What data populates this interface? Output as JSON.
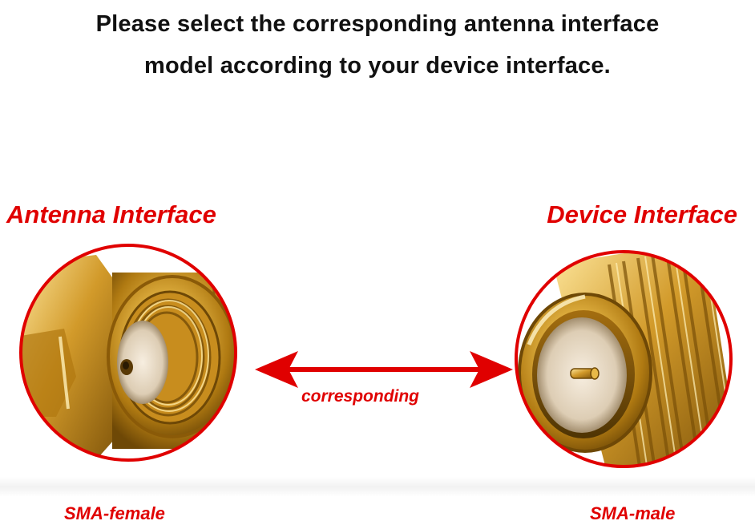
{
  "headline": {
    "line1": "Please select the corresponding antenna interface",
    "line2": "model according to your device interface."
  },
  "antenna": {
    "label": "Antenna Interface",
    "connector": "SMA-female"
  },
  "device": {
    "label": "Device Interface",
    "connector": "SMA-male"
  },
  "arrow": {
    "caption": "corresponding"
  },
  "colors": {
    "accent": "#e00000",
    "text": "#111111",
    "gold": "#c8911c"
  },
  "icons": [
    "bidirectional-arrow-icon",
    "sma-female-connector-icon",
    "sma-male-connector-icon"
  ]
}
